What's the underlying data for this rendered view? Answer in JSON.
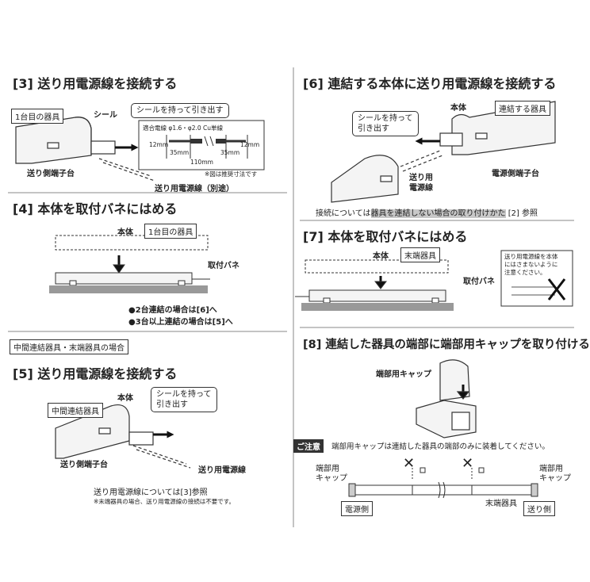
{
  "s3": {
    "title": "[3] 送り用電源線を接続する",
    "unit_label": "1台目の器具",
    "seal": "シール",
    "bubble": "シールを持って引き出す",
    "wire_spec": "適合電線 φ1.6・φ2.0 Cu単線",
    "dim_12a": "12mm",
    "dim_35a": "35mm",
    "dim_110": "110mm",
    "dim_35b": "35mm",
    "dim_12b": "12mm",
    "note": "※図は推奨寸法です",
    "terminal": "送り側端子台",
    "wire": "送り用電源線（別途）"
  },
  "s4": {
    "title": "[4] 本体を取付バネにはめる",
    "body_label": "本体",
    "unit_label": "1台目の器具",
    "spring": "取付バネ",
    "case2": "●2台連結の場合は[6]へ",
    "case3": "●3台以上連結の場合は[5]へ"
  },
  "s5": {
    "tag": "中間連結器具・末端器具の場合",
    "title": "[5] 送り用電源線を接続する",
    "body_label": "本体",
    "unit_label": "中間連結器具",
    "bubble_l1": "シールを持って",
    "bubble_l2": "引き出す",
    "terminal": "送り側端子台",
    "wire": "送り用電源線",
    "ref": "送り用電源線については[3]参照",
    "note": "※末端器具の場合、送り用電源線の接続は不要です。"
  },
  "s6": {
    "title": "[6] 連結する本体に送り用電源線を接続する",
    "body_label": "本体",
    "unit_label": "連結する器具",
    "bubble_l1": "シールを持って",
    "bubble_l2": "引き出す",
    "wire_l1": "送り用",
    "wire_l2": "電源線",
    "terminal": "電源側端子台",
    "ref_pre": "接続については",
    "ref_hl": "器具を連結しない場合の取り付けかた",
    "ref_post": "[2] 参照"
  },
  "s7": {
    "title": "[7] 本体を取付バネにはめる",
    "body_label": "本体",
    "unit_label": "末端器具",
    "spring": "取付バネ",
    "warn_l1": "送り用電源線を本体",
    "warn_l2": "にはさまないように",
    "warn_l3": "注意ください。"
  },
  "s8": {
    "title": "[8] 連結した器具の端部に端部用キャップを取り付ける",
    "cap": "端部用キャップ",
    "caution_tag": "ご注意",
    "caution": "端部用キャップは連結した器具の端部のみに装着してください。",
    "cap_l1": "端部用",
    "cap_l2": "キャップ",
    "cap_r1": "端部用",
    "cap_r2": "キャップ",
    "x_mark": "✕",
    "end_unit": "末端器具",
    "power_side": "電源側",
    "send_side": "送り側"
  }
}
